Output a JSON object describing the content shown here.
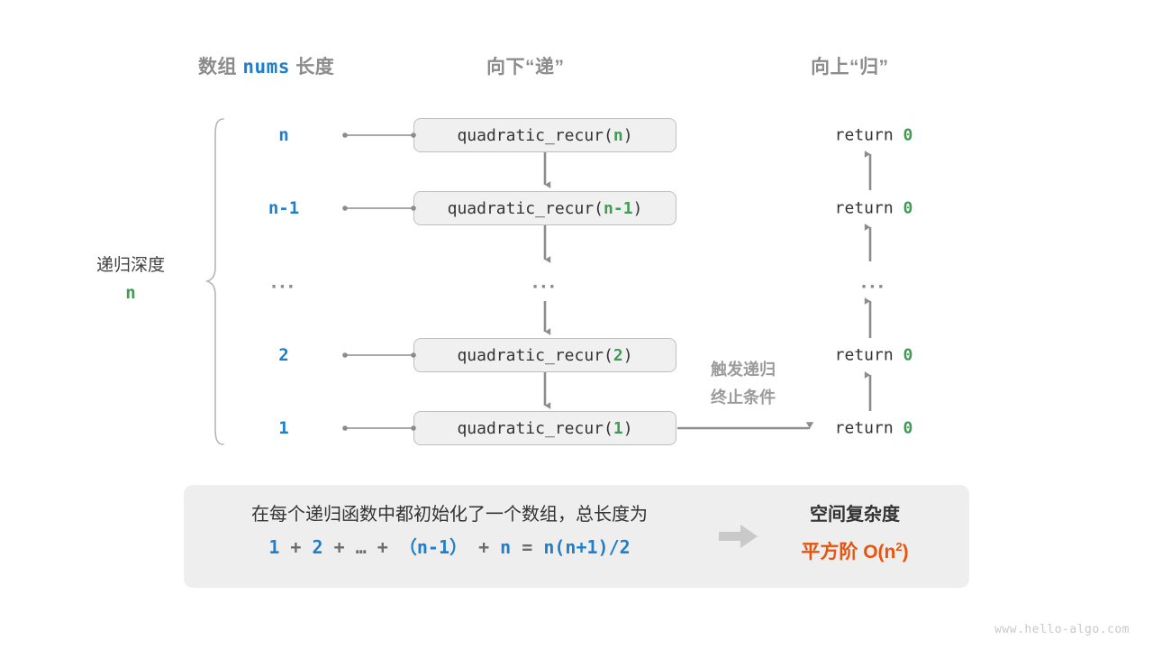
{
  "headers": {
    "array_prefix": "数组",
    "array_var": "nums",
    "array_suffix": "长度",
    "down": "向下“递”",
    "up": "向上“归”"
  },
  "depth": {
    "label": "递归深度",
    "value": "n"
  },
  "rows": [
    {
      "size": "n",
      "call_name": "quadratic_recur",
      "call_arg": "n",
      "return_keyword": "return",
      "return_value": "0"
    },
    {
      "size": "n-1",
      "call_name": "quadratic_recur",
      "call_arg": "n-1",
      "return_keyword": "return",
      "return_value": "0"
    },
    {
      "size": "...",
      "call_name": "...",
      "call_arg": "",
      "return_keyword": "...",
      "return_value": ""
    },
    {
      "size": "2",
      "call_name": "quadratic_recur",
      "call_arg": "2",
      "return_keyword": "return",
      "return_value": "0"
    },
    {
      "size": "1",
      "call_name": "quadratic_recur",
      "call_arg": "1",
      "return_keyword": "return",
      "return_value": "0"
    }
  ],
  "trigger_note": {
    "line1": "触发递归",
    "line2": "终止条件"
  },
  "summary": {
    "description": "在每个递归函数中都初始化了一个数组，总长度为",
    "formula": {
      "t1": "1",
      "o1": "+",
      "t2": "2",
      "o2": "+",
      "t3": "…",
      "o3": "+",
      "t4": "（n-1）",
      "o4": "+",
      "t5": "n",
      "o5": "=",
      "t6": "n(n+1)/2"
    },
    "complexity_title": "空间复杂度",
    "complexity_prefix": "平方阶",
    "complexity_value": "O(n",
    "complexity_sup": "2",
    "complexity_suffix": ")"
  },
  "watermark": "www.hello-algo.com",
  "colors": {
    "blue": "#1f7fcc",
    "green": "#3f9b53",
    "orange": "#e8530e",
    "gray": "#8c8c8c",
    "box_fill": "#f0f0f0",
    "panel_fill": "#eeeeee"
  }
}
